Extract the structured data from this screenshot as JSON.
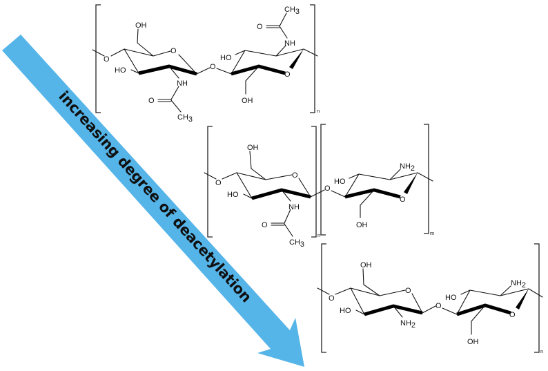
{
  "figure": {
    "arrow": {
      "label": "increasing degree of deacetylation",
      "color": "#55B4E8",
      "direction": "top-left to bottom-right"
    },
    "structures": [
      {
        "id": "chitin",
        "description": "fully acetylated repeat unit (both rings N-acetyl)",
        "left_ring": {
          "c6_label": "OH",
          "c3_label": "HO",
          "ring_o": "O",
          "link_o": "O",
          "n_label": "NH",
          "carbonyl_o": "O",
          "methyl": "CH",
          "methyl_sub": "3"
        },
        "glycosidic_o": "O",
        "right_ring": {
          "c3_label": "HO",
          "c6_label": "OH",
          "ring_o": "O",
          "n_label": "NH",
          "carbonyl_o": "O",
          "methyl": "CH",
          "methyl_sub": "3"
        },
        "repeat_subscript": "n"
      },
      {
        "id": "partially-deacetylated",
        "description": "copolymer of N-acetyl and free-amine units",
        "left_unit": {
          "c6_label": "OH",
          "c3_label": "HO",
          "ring_o": "O",
          "link_o": "O",
          "n_label": "NH",
          "carbonyl_o": "O",
          "methyl": "CH",
          "methyl_sub": "3",
          "repeat_subscript": "n"
        },
        "glycosidic_o": "O",
        "right_unit": {
          "c3_label": "HO",
          "c6_label": "OH",
          "ring_o": "O",
          "amine": "NH",
          "amine_sub": "2",
          "repeat_subscript": "m"
        }
      },
      {
        "id": "chitosan",
        "description": "fully deacetylated repeat unit (both rings free amine)",
        "left_ring": {
          "c6_label": "OH",
          "c3_label": "HO",
          "ring_o": "O",
          "link_o": "O",
          "amine": "NH",
          "amine_sub": "2"
        },
        "glycosidic_o": "O",
        "right_ring": {
          "c3_label": "HO",
          "c6_label": "OH",
          "ring_o": "O",
          "amine": "NH",
          "amine_sub": "2"
        },
        "repeat_subscript": "n"
      }
    ]
  }
}
